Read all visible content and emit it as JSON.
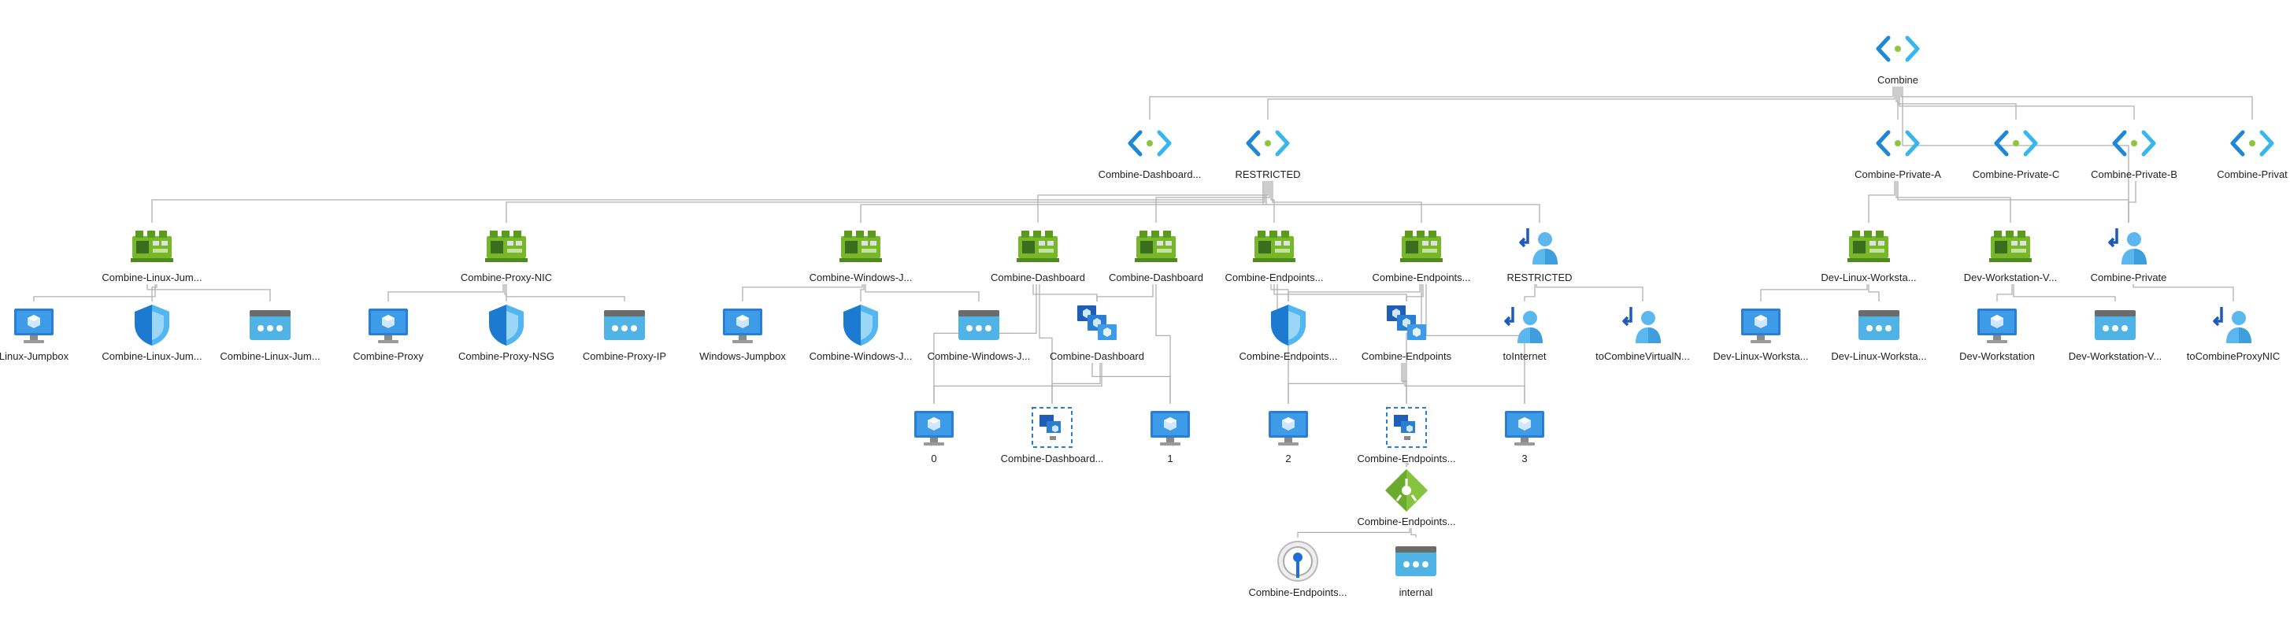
{
  "diagram": {
    "nodes": [
      {
        "id": "combine",
        "label": "Combine",
        "icon": "vnet-icon"
      },
      {
        "id": "dash_vnet",
        "label": "Combine-Dashboard...",
        "icon": "vnet-icon"
      },
      {
        "id": "restricted",
        "label": "RESTRICTED",
        "icon": "vnet-icon"
      },
      {
        "id": "priv_a",
        "label": "Combine-Private-A",
        "icon": "vnet-icon"
      },
      {
        "id": "priv_c",
        "label": "Combine-Private-C",
        "icon": "vnet-icon"
      },
      {
        "id": "priv_b",
        "label": "Combine-Private-B",
        "icon": "vnet-icon"
      },
      {
        "id": "private_edge",
        "label": "Combine-Privat",
        "icon": "vnet-icon"
      },
      {
        "id": "linux_nic",
        "label": "Combine-Linux-Jum...",
        "icon": "nic-icon"
      },
      {
        "id": "proxy_nic",
        "label": "Combine-Proxy-NIC",
        "icon": "nic-icon"
      },
      {
        "id": "win_nic",
        "label": "Combine-Windows-J...",
        "icon": "nic-icon"
      },
      {
        "id": "dash_nic1",
        "label": "Combine-Dashboard",
        "icon": "nic-icon"
      },
      {
        "id": "dash_nic2",
        "label": "Combine-Dashboard",
        "icon": "nic-icon"
      },
      {
        "id": "ep_nic1",
        "label": "Combine-Endpoints...",
        "icon": "nic-icon"
      },
      {
        "id": "ep_nic2",
        "label": "Combine-Endpoints...",
        "icon": "nic-icon"
      },
      {
        "id": "restricted_peer",
        "label": "RESTRICTED",
        "icon": "peering-icon"
      },
      {
        "id": "devlinux_nic",
        "label": "Dev-Linux-Worksta...",
        "icon": "nic-icon"
      },
      {
        "id": "devws_nic",
        "label": "Dev-Workstation-V...",
        "icon": "nic-icon"
      },
      {
        "id": "private_peer",
        "label": "Combine-Private",
        "icon": "peering-icon"
      },
      {
        "id": "linux_vm",
        "label": "Linux-Jumpbox",
        "icon": "vm-icon"
      },
      {
        "id": "linux_nsg",
        "label": "Combine-Linux-Jum...",
        "icon": "nsg-icon"
      },
      {
        "id": "linux_ip",
        "label": "Combine-Linux-Jum...",
        "icon": "public-ip-icon"
      },
      {
        "id": "proxy_vm",
        "label": "Combine-Proxy",
        "icon": "vm-icon"
      },
      {
        "id": "proxy_nsg",
        "label": "Combine-Proxy-NSG",
        "icon": "nsg-icon"
      },
      {
        "id": "proxy_ip",
        "label": "Combine-Proxy-IP",
        "icon": "public-ip-icon"
      },
      {
        "id": "win_vm",
        "label": "Windows-Jumpbox",
        "icon": "vm-icon"
      },
      {
        "id": "win_nsg",
        "label": "Combine-Windows-J...",
        "icon": "nsg-icon"
      },
      {
        "id": "win_ip",
        "label": "Combine-Windows-J...",
        "icon": "public-ip-icon"
      },
      {
        "id": "dash_vmss",
        "label": "Combine-Dashboard",
        "icon": "vmss-icon"
      },
      {
        "id": "ep_nsg",
        "label": "Combine-Endpoints...",
        "icon": "nsg-icon"
      },
      {
        "id": "ep_vmss",
        "label": "Combine-Endpoints",
        "icon": "vmss-icon"
      },
      {
        "id": "to_internet",
        "label": "toInternet",
        "icon": "peering-icon"
      },
      {
        "id": "to_vnet",
        "label": "toCombineVirtualN...",
        "icon": "peering-icon"
      },
      {
        "id": "devlinux_vm",
        "label": "Dev-Linux-Worksta...",
        "icon": "vm-icon"
      },
      {
        "id": "devlinux_ip",
        "label": "Dev-Linux-Worksta...",
        "icon": "public-ip-icon"
      },
      {
        "id": "devws_vm",
        "label": "Dev-Workstation",
        "icon": "vm-icon"
      },
      {
        "id": "devws_ip",
        "label": "Dev-Workstation-V...",
        "icon": "public-ip-icon"
      },
      {
        "id": "to_proxy",
        "label": "toCombineProxyNIC",
        "icon": "peering-icon"
      },
      {
        "id": "inst0",
        "label": "0",
        "icon": "vm-icon"
      },
      {
        "id": "dash_scaleset",
        "label": "Combine-Dashboard...",
        "icon": "scaleset-icon"
      },
      {
        "id": "inst1",
        "label": "1",
        "icon": "vm-icon"
      },
      {
        "id": "inst2",
        "label": "2",
        "icon": "vm-icon"
      },
      {
        "id": "ep_scaleset",
        "label": "Combine-Endpoints...",
        "icon": "scaleset-icon"
      },
      {
        "id": "inst3",
        "label": "3",
        "icon": "vm-icon"
      },
      {
        "id": "ep_lb",
        "label": "Combine-Endpoints...",
        "icon": "lb-icon"
      },
      {
        "id": "ep_probe",
        "label": "Combine-Endpoints...",
        "icon": "probe-icon"
      },
      {
        "id": "internal",
        "label": "internal",
        "icon": "public-ip-icon"
      }
    ]
  }
}
